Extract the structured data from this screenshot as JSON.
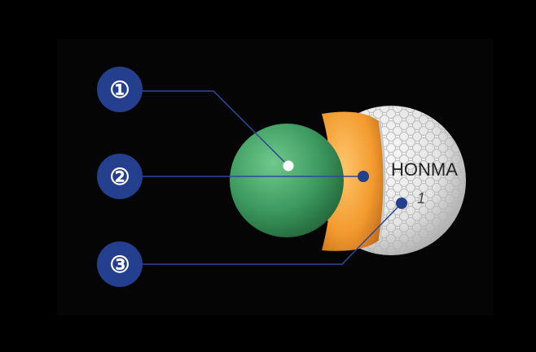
{
  "diagram": {
    "callouts": [
      {
        "number": "①",
        "layer": "core"
      },
      {
        "number": "②",
        "layer": "mantle"
      },
      {
        "number": "③",
        "layer": "cover"
      }
    ],
    "brand_text": "HONMA",
    "ball_number": "1",
    "colors": {
      "background": "#000000",
      "badge": "#233f8d",
      "line": "#2f4a95",
      "core": "#3d9a60",
      "mantle": "#f29a2e",
      "cover": "#e8e8e8"
    }
  }
}
